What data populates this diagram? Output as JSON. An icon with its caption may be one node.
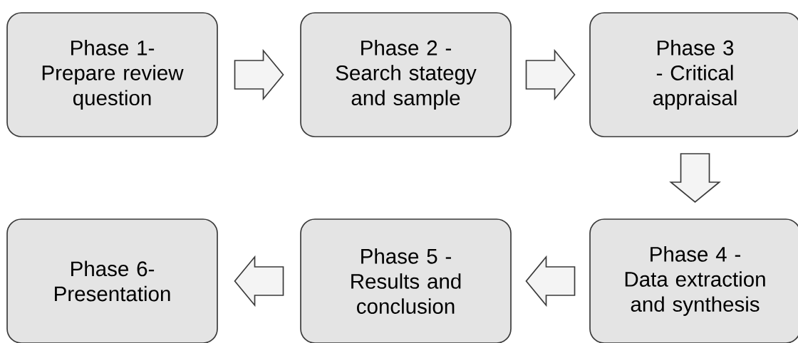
{
  "diagram": {
    "nodes": [
      {
        "text": [
          "Phase 1- Prepare review question"
        ]
      },
      {
        "text": [
          "Phase 2 - Search stategy and sample"
        ]
      },
      {
        "text": [
          "Phase 3 - Critical appraisal"
        ]
      },
      {
        "text": [
          "Phase 4 - Data extraction and synthesis"
        ]
      },
      {
        "text": [
          "Phase 5 - Results and conclusion"
        ]
      },
      {
        "text": [
          "Phase 6- Presentation"
        ]
      }
    ],
    "edges": [
      {
        "from": 0,
        "to": 1,
        "arrow": "to"
      },
      {
        "from": 1,
        "to": 2,
        "arrow": "to"
      },
      {
        "from": 2,
        "to": 3,
        "arrow": "to"
      },
      {
        "from": 3,
        "to": 4,
        "arrow": "to"
      },
      {
        "from": 4,
        "to": 5,
        "arrow": "to"
      }
    ]
  }
}
